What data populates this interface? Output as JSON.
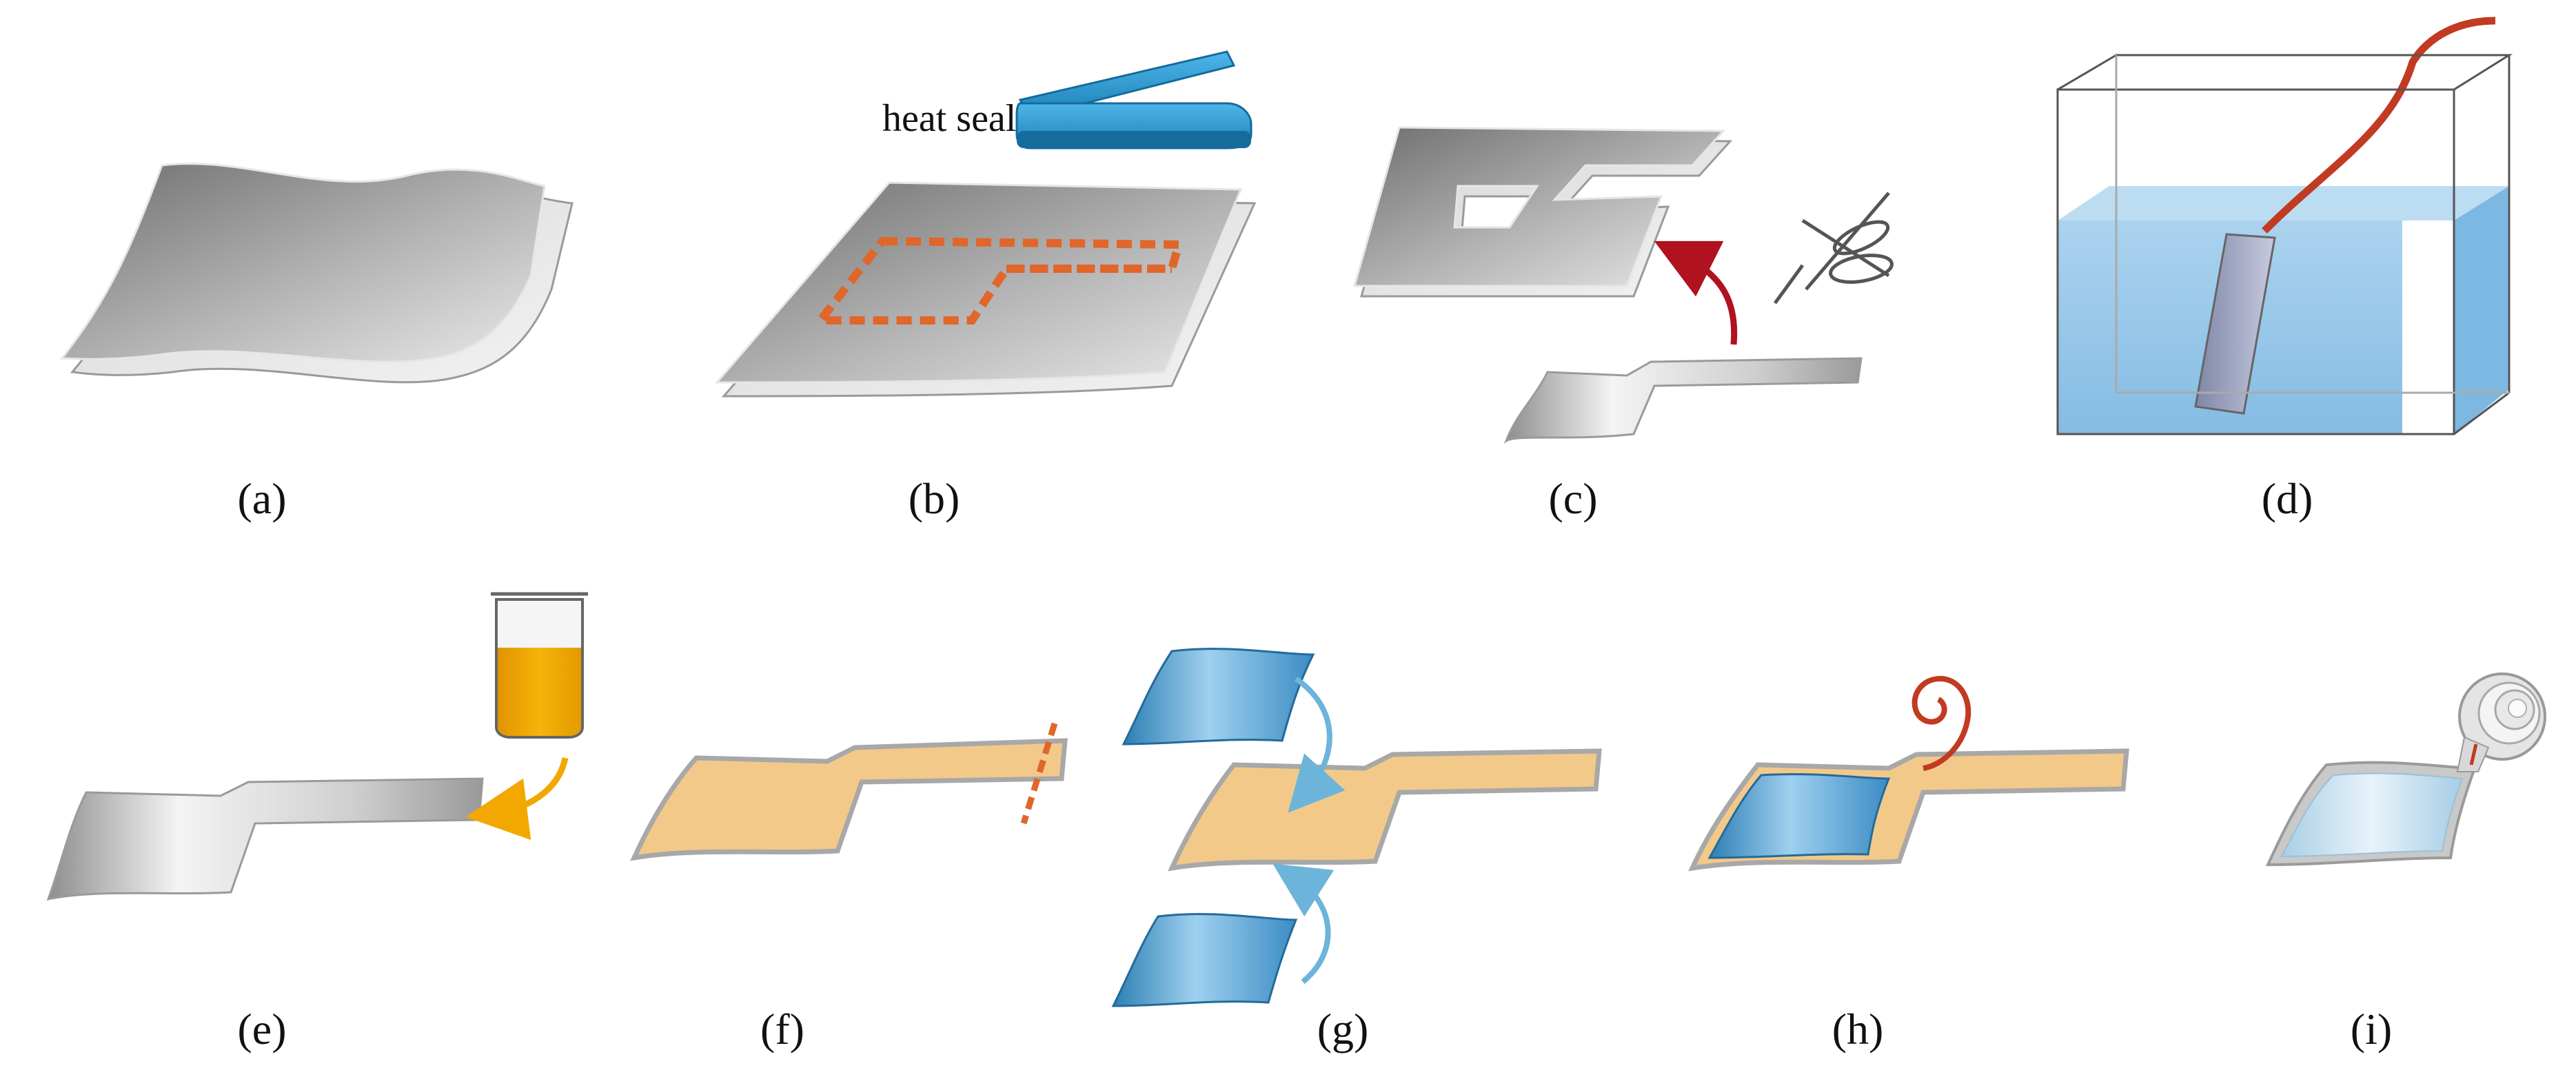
{
  "figure": {
    "panels": [
      {
        "id": "a",
        "caption": "(a)"
      },
      {
        "id": "b",
        "caption": "(b)",
        "tool_label": "heat seal",
        "tool_icon": "heat-sealer-icon"
      },
      {
        "id": "c",
        "caption": "(c)",
        "tool_icon": "scissors-icon"
      },
      {
        "id": "d",
        "caption": "(d)"
      },
      {
        "id": "e",
        "caption": "(e)",
        "tool_icon": "beaker-icon"
      },
      {
        "id": "f",
        "caption": "(f)"
      },
      {
        "id": "g",
        "caption": "(g)"
      },
      {
        "id": "h",
        "caption": "(h)"
      },
      {
        "id": "i",
        "caption": "(i)"
      }
    ]
  },
  "colors": {
    "film_gray": "#9a9a9a",
    "seal_line": "#e0662a",
    "sealer_blue": "#1f8fc8",
    "arrow_red": "#b0121f",
    "water_blue": "#6fb3e0",
    "fill_orange": "#f2a900",
    "gel_tan": "#f3c98a",
    "pad_blue": "#3d8fc4",
    "arrow_light_blue": "#6cb4d9",
    "arrow_orange": "#f2a800",
    "wire_red": "#c23a22"
  }
}
